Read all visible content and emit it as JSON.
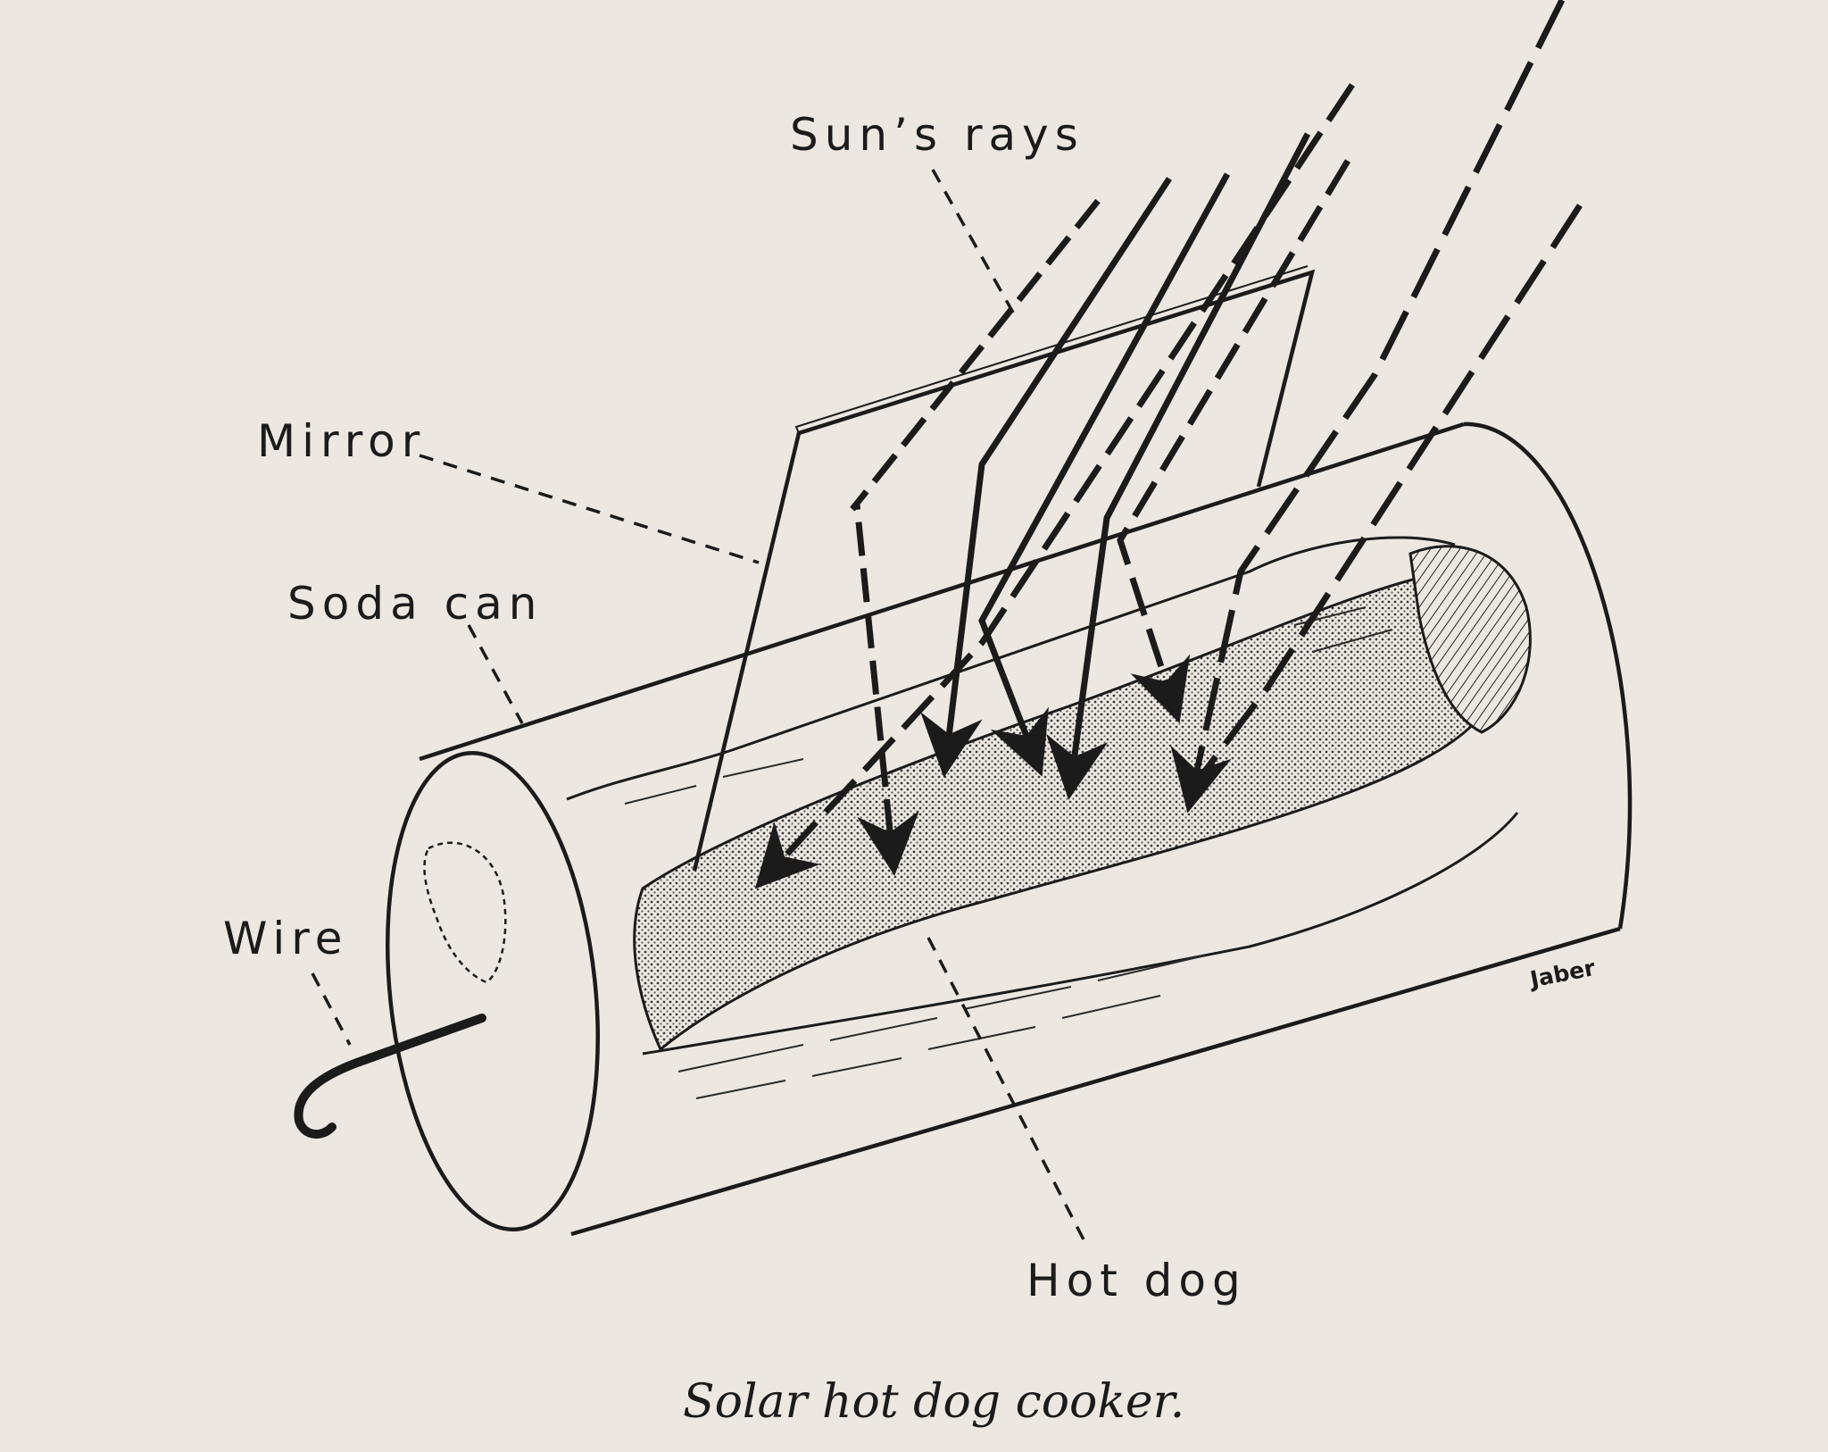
{
  "labels": {
    "suns_rays": "Sun’s rays",
    "mirror": "Mirror",
    "soda_can": "Soda can",
    "wire": "Wire",
    "hot_dog": "Hot dog"
  },
  "signature": "Jaber",
  "caption": "Solar hot dog cooker.",
  "colors": {
    "paper": "#ece8e1",
    "ink": "#1b1b1b"
  }
}
